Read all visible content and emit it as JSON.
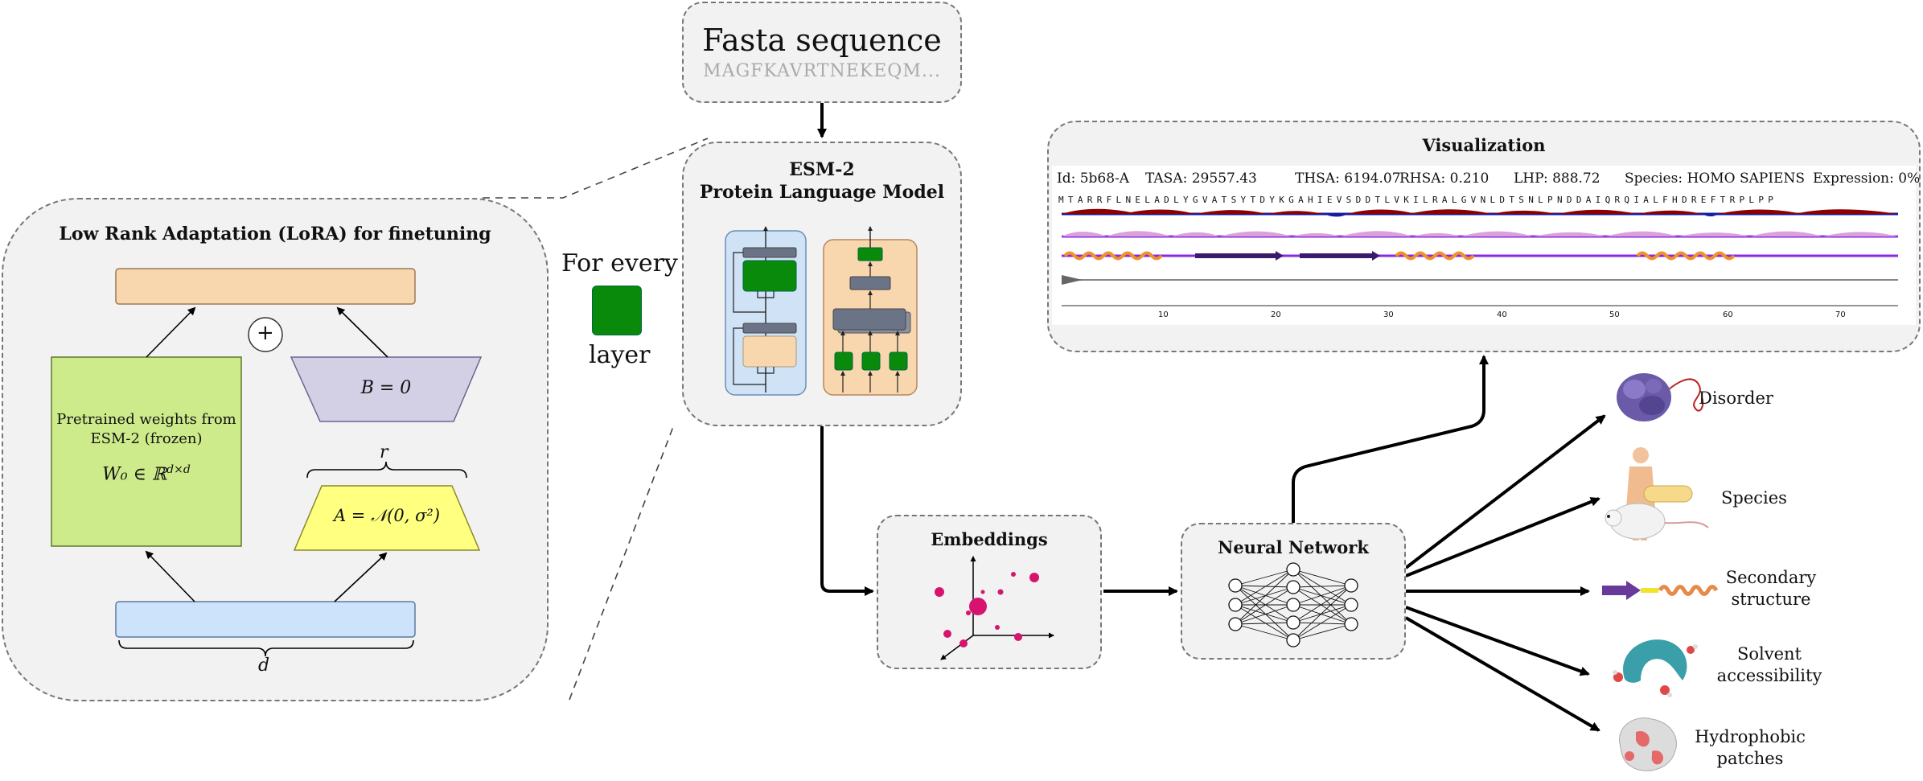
{
  "fasta": {
    "title": "Fasta sequence",
    "sequence": "MAGFKAVRTNEKEQM..."
  },
  "esm": {
    "line1": "ESM-2",
    "line2": "Protein Language Model"
  },
  "for_every": {
    "top": "For every",
    "bottom": "layer"
  },
  "lora": {
    "title": "Low Rank Adaptation (LoRA) for finetuning",
    "pretrained_line1": "Pretrained weights from",
    "pretrained_line2": "ESM-2 (frozen)",
    "w0": "W₀ ∈ ℝ",
    "w0_sup": "d×d",
    "b_label": "B = 0",
    "a_label": "A = 𝒩(0, σ²)",
    "r_label": "r",
    "d_label": "d",
    "plus": "+"
  },
  "embeddings": {
    "title": "Embeddings"
  },
  "neural_network": {
    "title": "Neural Network"
  },
  "visualization": {
    "title": "Visualization",
    "id": "Id: 5b68-A",
    "tasa": "TASA: 29557.43",
    "thsa": "THSA: 6194.07",
    "rhsa": "RHSA: 0.210",
    "lhp": "LHP: 888.72",
    "species": "Species: HOMO SAPIENS",
    "expression": "Expression: 0%",
    "sequence": "MTARRFLNELADLYGVATSYTDYKGAHIEVSDDTLVKILRALGVNLDTSNLPNDDAIQRQIALFHDREFTRPLPP",
    "ticks": [
      "10",
      "20",
      "30",
      "40",
      "50",
      "60",
      "70"
    ]
  },
  "outputs": {
    "disorder": "Disorder",
    "species": "Species",
    "secondary_1": "Secondary",
    "secondary_2": "structure",
    "solvent_1": "Solvent",
    "solvent_2": "accessibility",
    "hydro_1": "Hydrophobic",
    "hydro_2": "patches"
  },
  "colors": {
    "esm_green": "#0a8a0a",
    "lora_orange": "#f9d7ae",
    "lora_green": "#cdeb8b",
    "lora_purple": "#d3d0e6",
    "lora_yellow": "#ffff80",
    "lora_blue": "#cde2fb",
    "embed_magenta": "#d6146e"
  }
}
